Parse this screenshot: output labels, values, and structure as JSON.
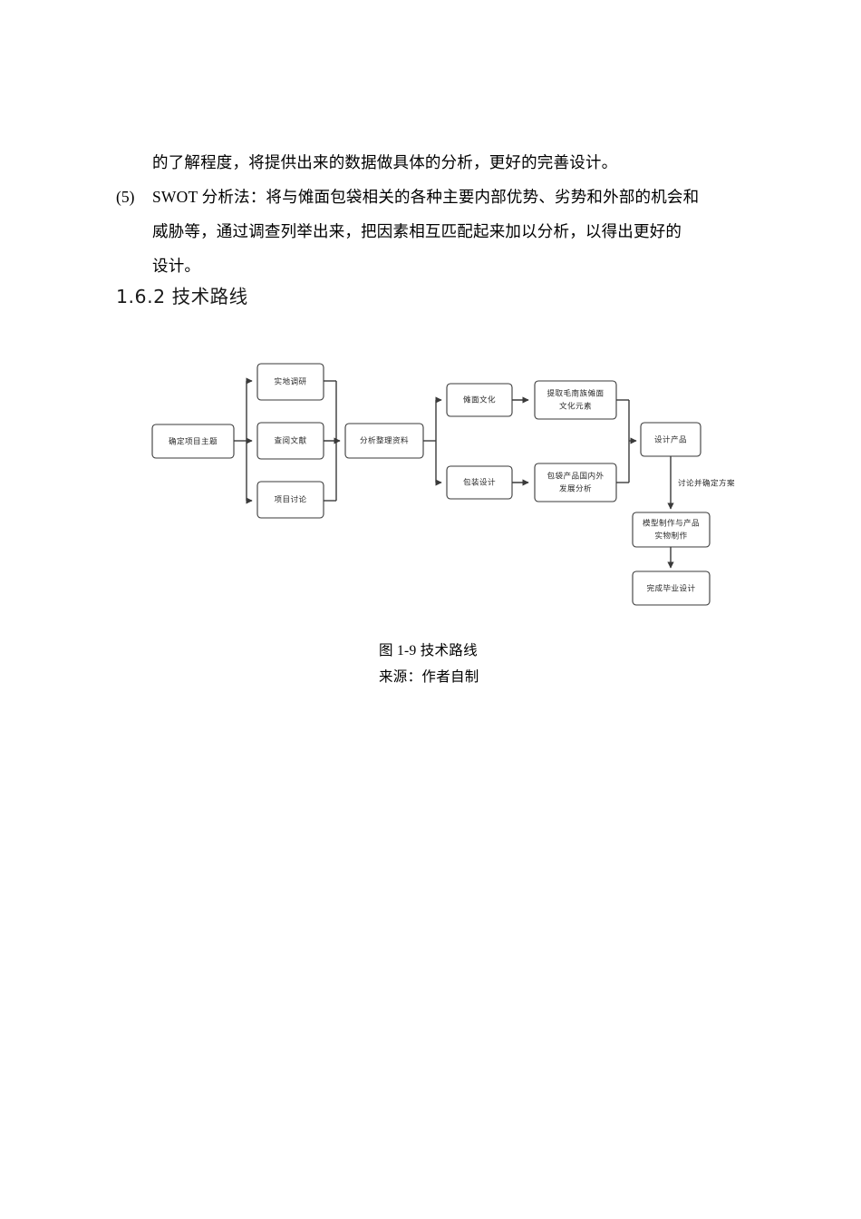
{
  "document": {
    "paragraph_carryover": "的了解程度，将提供出来的数据做具体的分析，更好的完善设计。",
    "list_item": {
      "marker": "(5)",
      "lines": [
        "SWOT 分析法：将与傩面包袋相关的各种主要内部优势、劣势和外部的机会和",
        "威胁等，通过调查列举出来，把因素相互匹配起来加以分析，以得出更好的",
        "设计。"
      ]
    },
    "heading": "1.6.2 技术路线",
    "caption": {
      "title": "图 1-9  技术路线",
      "source": "来源：作者自制"
    }
  },
  "figure": {
    "nodes": {
      "n1": {
        "label": "确定项目主题"
      },
      "n2": {
        "label": "实地调研"
      },
      "n3": {
        "label": "查阅文献"
      },
      "n4": {
        "label": "项目讨论"
      },
      "n5": {
        "label": "分析整理资料"
      },
      "n6": {
        "label": "傩面文化"
      },
      "n7": {
        "label": "包装设计"
      },
      "n8_line1": {
        "label": "提取毛南族傩面"
      },
      "n8_line2": {
        "label": "文化元素"
      },
      "n9_line1": {
        "label": "包袋产品国内外"
      },
      "n9_line2": {
        "label": "发展分析"
      },
      "n10": {
        "label": "设计产品"
      },
      "n11_line1": {
        "label": "模型制作与产品"
      },
      "n11_line2": {
        "label": "实物制作"
      },
      "n12": {
        "label": "完成毕业设计"
      }
    },
    "edge_labels": {
      "e_design_to_model": "讨论并确定方案"
    },
    "colors": {
      "box_stroke": "#3a3a3a",
      "box_fill": "#ffffff",
      "connector": "#3a3a3a",
      "text": "#2b2b2b"
    }
  }
}
